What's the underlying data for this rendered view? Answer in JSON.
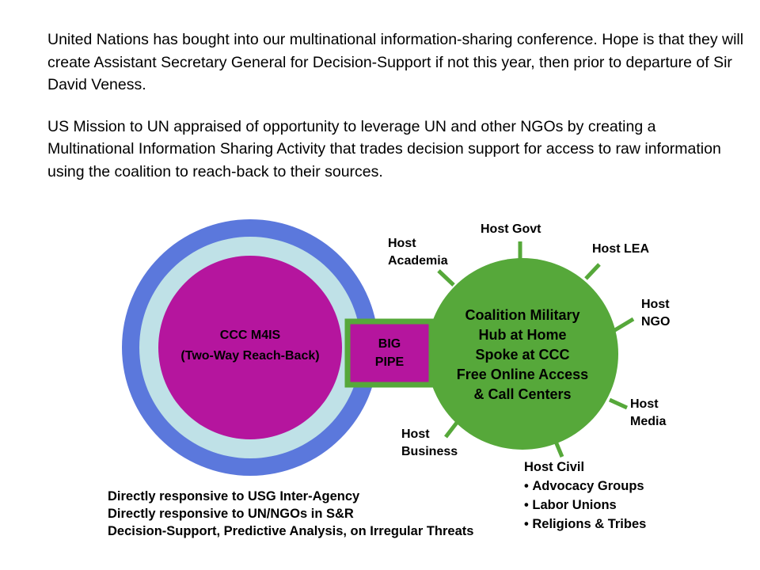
{
  "intro": {
    "paragraph_1": "United Nations has bought into our multinational information-sharing conference.  Hope is that they will create Assistant Secretary General for Decision-Support if not this year, then prior to departure of Sir David Veness.",
    "paragraph_2": "US Mission to UN appraised of opportunity to leverage UN and other NGOs by creating a Multinational Information Sharing Activity that trades decision support for access to raw information using the coalition to reach-back to their sources."
  },
  "left_circle": {
    "line_1": "CCC M4IS",
    "line_2": "(Two-Way Reach-Back)"
  },
  "pipe": {
    "line_1": "BIG",
    "line_2": "PIPE"
  },
  "hub": {
    "lines": [
      "Coalition Military",
      "Hub at Home",
      "Spoke at CCC",
      "Free Online Access",
      "& Call Centers"
    ]
  },
  "spokes": {
    "host_govt": "Host Govt",
    "host_lea": "Host LEA",
    "host_academia_1": "Host",
    "host_academia_2": "Academia",
    "host_ngo_1": "Host",
    "host_ngo_2": "NGO",
    "host_media_1": "Host",
    "host_media_2": "Media",
    "host_business_1": "Host",
    "host_business_2": "Business"
  },
  "host_civil": {
    "title": "Host Civil",
    "items": [
      "Advocacy Groups",
      "Labor Unions",
      "Religions & Tribes"
    ]
  },
  "notes": [
    "Directly responsive to USG Inter-Agency",
    "Directly responsive to UN/NGOs in S&R",
    "Decision-Support, Predictive Analysis, on Irregular Threats"
  ],
  "colors": {
    "outer_ring": "#5b78dc",
    "inner_ring": "#bfe1e7",
    "core": "#b5159e",
    "hub": "#56a83a",
    "pipe_border": "#56a83a",
    "pipe_fill": "#b5159e"
  }
}
